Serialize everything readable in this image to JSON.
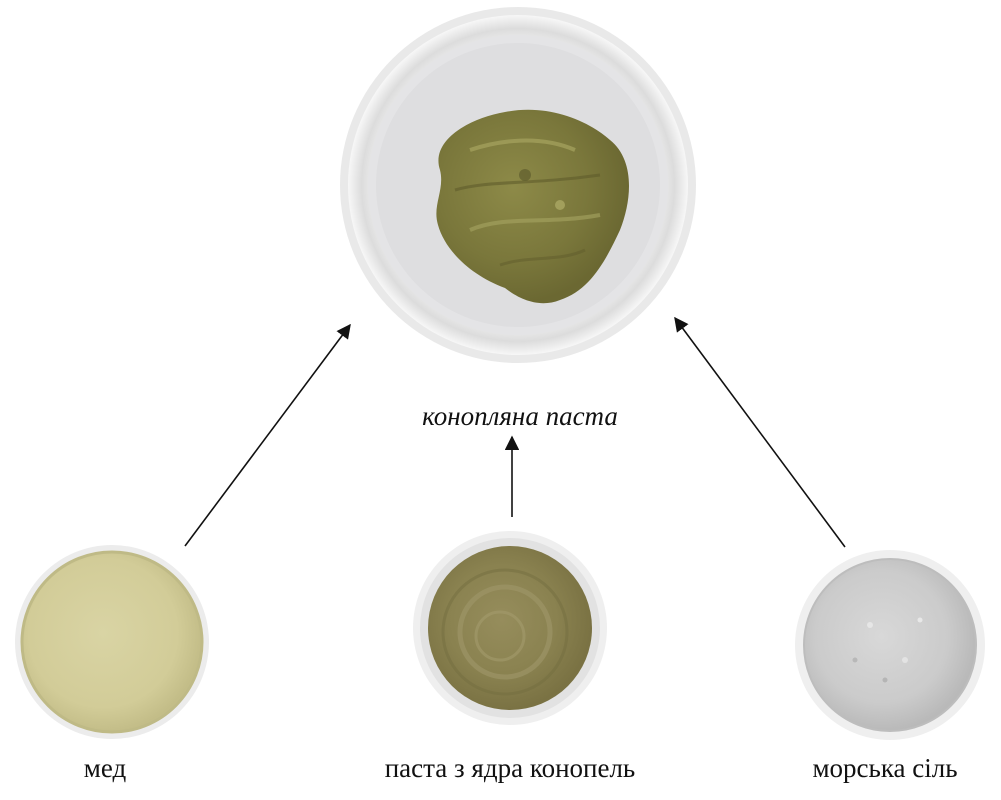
{
  "diagram": {
    "product": {
      "label": "конопляна паста",
      "icon": "petri-dish-hemp-paste-icon"
    },
    "ingredients": [
      {
        "label": "мед",
        "icon": "petri-dish-honey-icon"
      },
      {
        "label": "паста з ядра конопель",
        "icon": "petri-dish-hemp-seed-paste-icon"
      },
      {
        "label": "морська сіль",
        "icon": "petri-dish-sea-salt-icon"
      }
    ]
  },
  "colors": {
    "honey": "#d8d3a2",
    "hemp_paste": "#7c7a3e",
    "hemp_seed_paste": "#8b8352",
    "sea_salt": "#cfcfcf",
    "arrow": "#111111"
  }
}
